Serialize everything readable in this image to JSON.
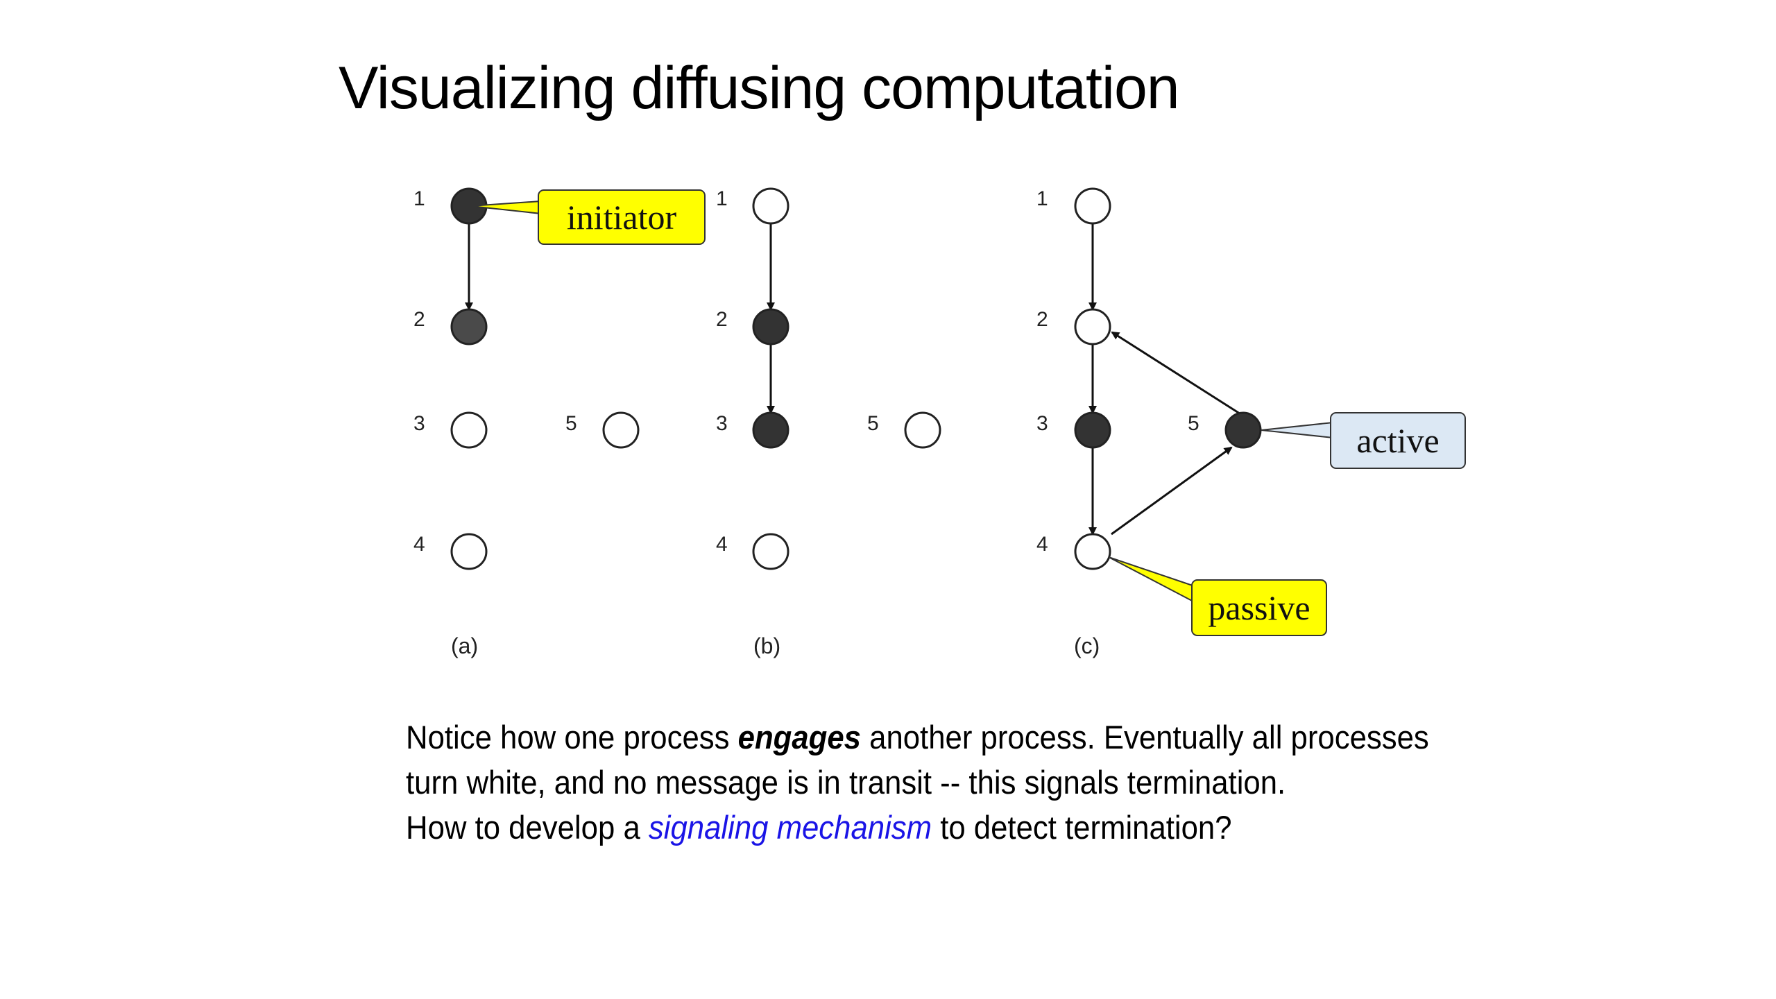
{
  "slide": {
    "title": "Visualizing diffusing computation"
  },
  "diagram": {
    "panels": [
      {
        "caption": "(a)",
        "nodes": [
          {
            "id": "1",
            "label": "1",
            "state": "active"
          },
          {
            "id": "2",
            "label": "2",
            "state": "active-gray"
          },
          {
            "id": "3",
            "label": "3",
            "state": "passive"
          },
          {
            "id": "4",
            "label": "4",
            "state": "passive"
          },
          {
            "id": "5",
            "label": "5",
            "state": "passive"
          }
        ],
        "edges": [
          {
            "from": "1",
            "to": "2"
          }
        ]
      },
      {
        "caption": "(b)",
        "nodes": [
          {
            "id": "1",
            "label": "1",
            "state": "passive"
          },
          {
            "id": "2",
            "label": "2",
            "state": "active"
          },
          {
            "id": "3",
            "label": "3",
            "state": "active"
          },
          {
            "id": "4",
            "label": "4",
            "state": "passive"
          },
          {
            "id": "5",
            "label": "5",
            "state": "passive"
          }
        ],
        "edges": [
          {
            "from": "1",
            "to": "2"
          },
          {
            "from": "2",
            "to": "3"
          }
        ]
      },
      {
        "caption": "(c)",
        "nodes": [
          {
            "id": "1",
            "label": "1",
            "state": "passive"
          },
          {
            "id": "2",
            "label": "2",
            "state": "passive"
          },
          {
            "id": "3",
            "label": "3",
            "state": "active"
          },
          {
            "id": "4",
            "label": "4",
            "state": "passive"
          },
          {
            "id": "5",
            "label": "5",
            "state": "active"
          }
        ],
        "edges": [
          {
            "from": "1",
            "to": "2"
          },
          {
            "from": "2",
            "to": "3"
          },
          {
            "from": "3",
            "to": "4"
          },
          {
            "from": "4",
            "to": "5"
          },
          {
            "from": "5",
            "to": "2"
          }
        ]
      }
    ],
    "callouts": {
      "initiator": {
        "text": "initiator",
        "color": "#ffff00"
      },
      "active": {
        "text": "active",
        "color": "#dce8f4"
      },
      "passive": {
        "text": "passive",
        "color": "#ffff00"
      }
    },
    "colors": {
      "active_fill": "#333333",
      "active_gray_fill": "#4a4a4a",
      "passive_fill": "#ffffff",
      "stroke": "#222222"
    }
  },
  "body": {
    "line1_a": "Notice how one process ",
    "line1_b": "engages",
    "line1_c": " another process. Eventually all processes",
    "line2": "turn white, and no message is in transit -- this signals termination.",
    "line3_a": "How to develop a ",
    "line3_b": "signaling mechanism",
    "line3_c": " to detect termination?",
    "accent_color": "#1a14e6"
  }
}
